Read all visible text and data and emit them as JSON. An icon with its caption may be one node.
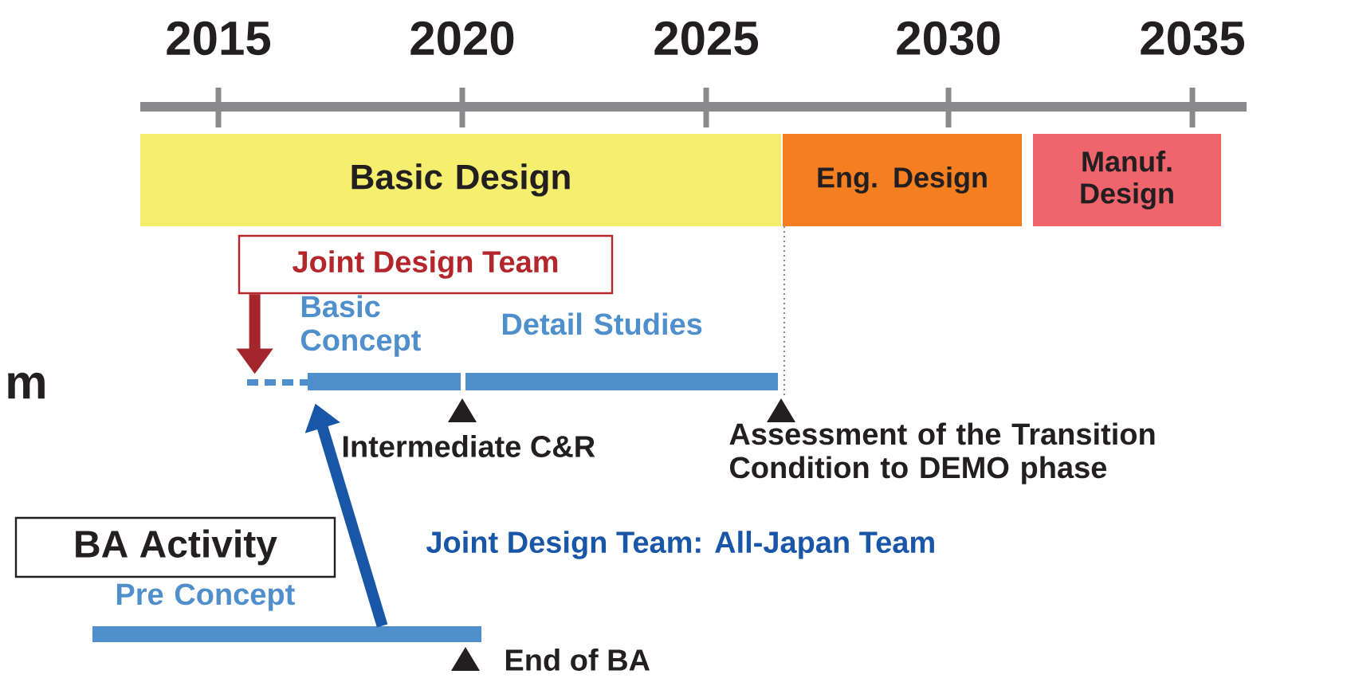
{
  "diagram": {
    "nodes": [
      {
        "text": [
          "Basic Design"
        ]
      },
      {
        "text": [
          "Eng. Design"
        ]
      },
      {
        "text": [
          "Manuf. Design"
        ]
      },
      {
        "text": [
          "Joint Design Team"
        ]
      },
      {
        "text": [],
        "shape": "bar"
      },
      {
        "text": [
          "Basic Concept"
        ]
      },
      {
        "text": [
          "Detail Studies"
        ]
      },
      {
        "text": [
          "BA Activity"
        ]
      },
      {
        "text": [
          "Pre Concept"
        ]
      }
    ],
    "edges": [
      {
        "from": 3,
        "to": 4,
        "arrow": "to",
        "color": "#a4262c"
      },
      {
        "from": 8,
        "to": 5,
        "arrow": "to",
        "color": "#1a56a8"
      }
    ],
    "labels": [
      "2015",
      "2020",
      "2025",
      "2030",
      "2035",
      "m",
      "Intermediate C&R",
      "Assessment of the Transition Condition to DEMO phase",
      "Joint Design Team: All-Japan Team",
      "End of BA"
    ]
  }
}
